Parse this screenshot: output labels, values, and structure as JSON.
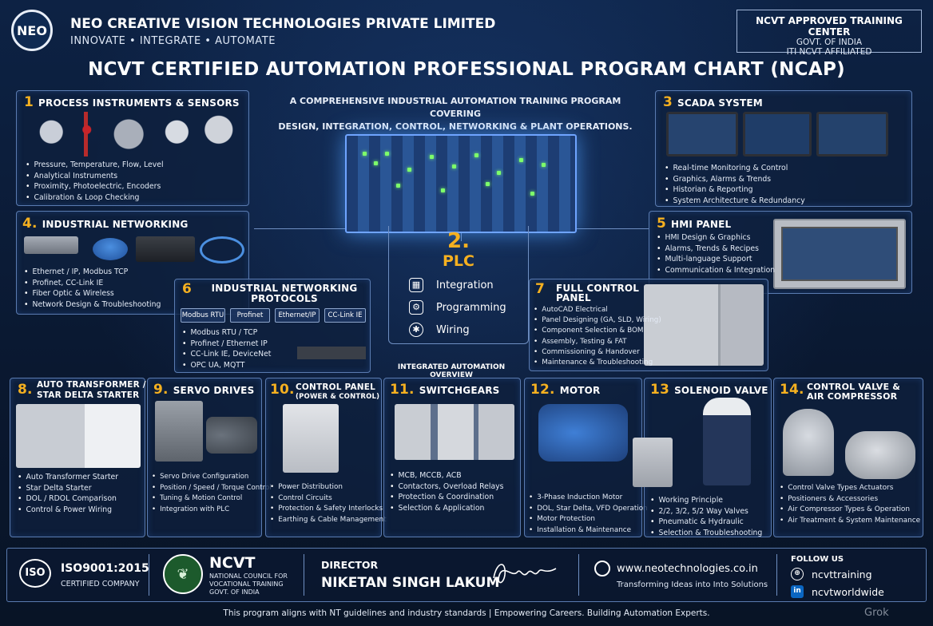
{
  "header": {
    "logo_text": "NEO",
    "company": "NEO CREATIVE VISION TECHNOLOGIES PRIVATE LIMITED",
    "tagline": "INNOVATE • INTEGRATE • AUTOMATE",
    "center_box": [
      "NCVT APPROVED TRAINING CENTER",
      "GOVT. OF INDIA",
      "ITI NCVT AFFILIATED"
    ],
    "title": "NCVT CERTIFIED AUTOMATION PROFESSIONAL PROGRAM CHART (NCAP)",
    "intro_1": "A COMPREHENSIVE INDUSTRIAL AUTOMATION TRAINING PROGRAM COVERING",
    "intro_2": "DESIGN, INTEGRATION, CONTROL, NETWORKING & PLANT OPERATIONS."
  },
  "plc": {
    "num": "2.",
    "label": "PLC",
    "items": [
      "Integration",
      "Programming",
      "Wiring"
    ]
  },
  "modules": {
    "m1": {
      "num": "1",
      "title": "PROCESS INSTRUMENTS & SENSORS",
      "items": [
        "Pressure, Temperature, Flow, Level",
        "Analytical Instruments",
        "Proximity, Photoelectric, Encoders",
        "Calibration & Loop Checking"
      ]
    },
    "m3": {
      "num": "3",
      "title": "SCADA SYSTEM",
      "items": [
        "Real-time Monitoring & Control",
        "Graphics, Alarms & Trends",
        "Historian & Reporting",
        "System Architecture & Redundancy"
      ]
    },
    "m4": {
      "num": "4.",
      "title": "INDUSTRIAL NETWORKING",
      "items": [
        "Ethernet / IP, Modbus TCP",
        "Profinet, CC-Link IE",
        "Fiber Optic & Wireless",
        "Network Design & Troubleshooting"
      ]
    },
    "m5": {
      "num": "5",
      "title": "HMI PANEL",
      "items": [
        "HMI Design & Graphics",
        "Alarms, Trends & Recipes",
        "Multi-language Support",
        "Communication & Integration"
      ]
    },
    "m6": {
      "num": "6",
      "title_1": "INDUSTRIAL NETWORKING",
      "title_2": "PROTOCOLS",
      "tags": [
        "Modbus RTU",
        "Profinet",
        "Ethernet/IP",
        "CC-Link IE"
      ],
      "items": [
        "Modbus RTU / TCP",
        "Profinet / Ethernet IP",
        "CC-Link IE, DeviceNet",
        "OPC UA, MQTT"
      ]
    },
    "m7": {
      "num": "7",
      "title_1": "FULL CONTROL",
      "title_2": "PANEL",
      "items": [
        "AutoCAD Electrical",
        "Panel Designing (GA, SLD, Wiring)",
        "Component Selection & BOM",
        "Assembly, Testing & FAT",
        "Commissioning & Handover",
        "Maintenance & Troubleshooting"
      ]
    },
    "m8": {
      "num": "8.",
      "title_1": "AUTO TRANSFORMER /",
      "title_2": "STAR DELTA STARTER",
      "items": [
        "Auto Transformer Starter",
        "Star Delta Starter",
        "DOL / RDOL Comparison",
        "Control & Power Wiring"
      ]
    },
    "m9": {
      "num": "9.",
      "title": "SERVO DRIVES",
      "items": [
        "Servo Drive Configuration",
        "Position / Speed / Torque Control",
        "Tuning & Motion Control",
        "Integration with PLC"
      ]
    },
    "m10": {
      "num": "10.",
      "title_1": "CONTROL PANEL",
      "title_2": "(POWER & CONTROL)",
      "items": [
        "Power Distribution",
        "Control Circuits",
        "Protection & Safety Interlocks",
        "Earthing & Cable Management"
      ]
    },
    "m11": {
      "num": "11.",
      "title": "SWITCHGEARS",
      "overview_1": "INTEGRATED AUTOMATION",
      "overview_2": "OVERVIEW",
      "items": [
        "MCB, MCCB, ACB",
        "Contactors, Overload Relays",
        "Protection & Coordination",
        "Selection & Application"
      ]
    },
    "m12": {
      "num": "12.",
      "title": "MOTOR",
      "items": [
        "3-Phase Induction Motor",
        "DOL, Star Delta, VFD Operation",
        "Motor Protection",
        "Installation & Maintenance"
      ]
    },
    "m13": {
      "num": "13",
      "title": "SOLENOID VALVE",
      "items": [
        "Working Principle",
        "2/2, 3/2, 5/2 Way Valves",
        "Pneumatic & Hydraulic",
        "Selection & Troubleshooting"
      ]
    },
    "m14": {
      "num": "14.",
      "title_1": "CONTROL VALVE &",
      "title_2": "AIR COMPRESSOR",
      "items": [
        "Control Valve Types Actuators",
        "Positioners & Accessories",
        "Air Compressor Types & Operation",
        "Air Treatment & System Maintenance"
      ]
    }
  },
  "footer": {
    "iso_logo": "ISO",
    "iso": "ISO9001:2015",
    "iso_sub": "CERTIFIED COMPANY",
    "ncvt": "NCVT",
    "ncvt_full_1": "NATIONAL COUNCIL FOR",
    "ncvt_full_2": "VOCATIONAL TRAINING",
    "ncvt_full_3": "GOVT. OF INDIA",
    "director_label": "DIRECTOR",
    "director_name": "NIKETAN SINGH LAKUM",
    "website": "www.neotechnologies.co.in",
    "web_tagline": "Transforming Ideas into Into Solutions",
    "follow": "FOLLOW US",
    "social_1": "ncvttraining",
    "social_2": "ncvtworldwide",
    "bottom": "This program aligns with NT guidelines and industry standards  |  Empowering Careers. Building Automation Experts.",
    "watermark": "Grok"
  }
}
